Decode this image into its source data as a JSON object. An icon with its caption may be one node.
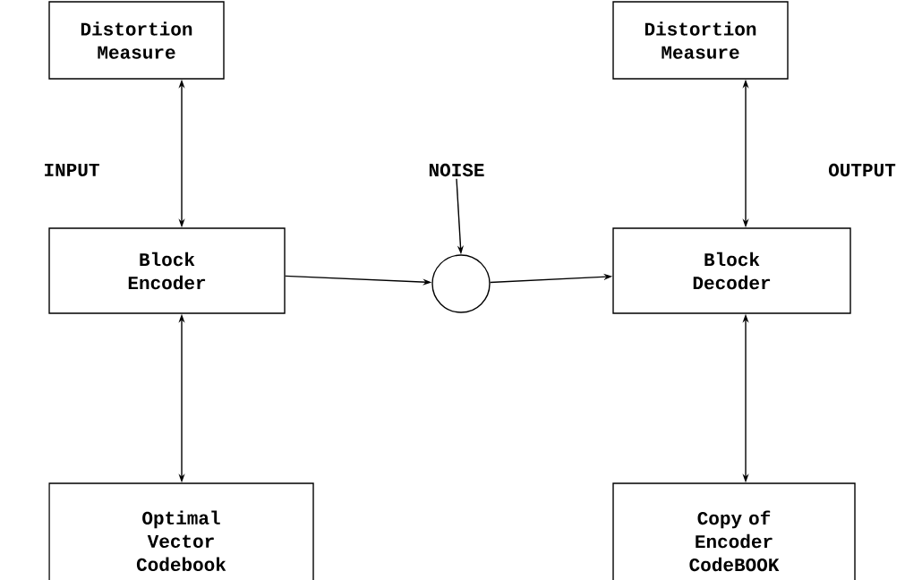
{
  "diagram": {
    "nodes": [
      {
        "text": [
          "Distortion Measure"
        ]
      },
      {
        "text": [
          "Block Encoder"
        ]
      },
      {
        "text": [
          "Optimal Vector Codebook"
        ]
      },
      {
        "text": [
          "NOISE"
        ]
      },
      {
        "text": [],
        "shape": "circle"
      },
      {
        "text": [
          "Distortion Measure"
        ]
      },
      {
        "text": [
          "Block Decoder"
        ]
      },
      {
        "text": [
          "Copy of Encoder CodeBOOK"
        ]
      }
    ],
    "edges": [
      {
        "from": 0,
        "to": 1,
        "arrow": "both"
      },
      {
        "from": 1,
        "to": 2,
        "arrow": "both"
      },
      {
        "from": 1,
        "to": 4,
        "arrow": "to"
      },
      {
        "from": 3,
        "to": 4,
        "arrow": "to"
      },
      {
        "from": 4,
        "to": 6,
        "arrow": "to"
      },
      {
        "from": 5,
        "to": 6,
        "arrow": "both"
      },
      {
        "from": 6,
        "to": 7,
        "arrow": "both"
      }
    ],
    "labels": [
      "INPUT",
      "OUTPUT"
    ]
  }
}
